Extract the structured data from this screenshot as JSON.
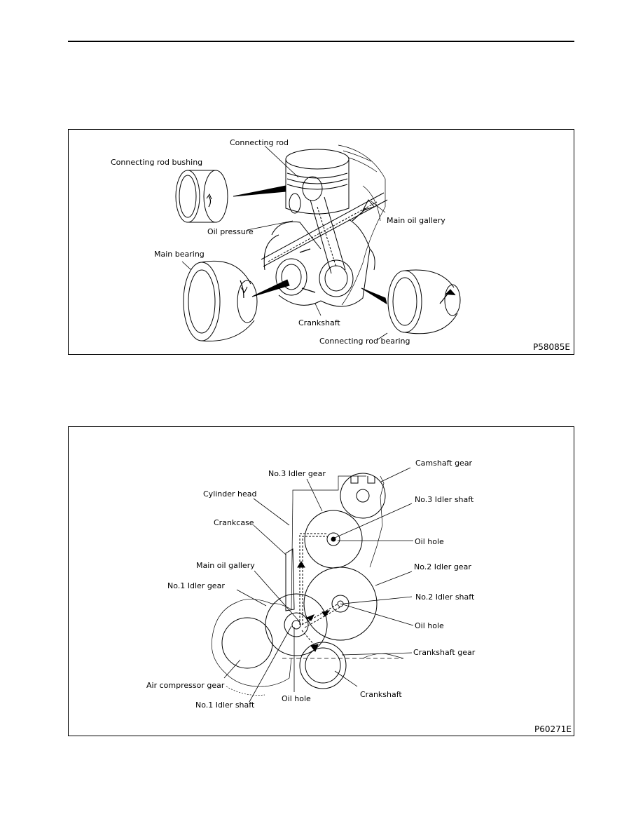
{
  "figure1": {
    "code": "P58085E",
    "labels": {
      "connecting_rod": "Connecting rod",
      "connecting_rod_bushing": "Connecting rod bushing",
      "oil_pressure": "Oil pressure",
      "main_oil_gallery": "Main oil gallery",
      "main_bearing": "Main bearing",
      "crankshaft": "Crankshaft",
      "connecting_rod_bearing": "Connecting rod bearing"
    }
  },
  "figure2": {
    "code": "P60271E",
    "labels": {
      "camshaft_gear": "Camshaft gear",
      "no3_idler_gear": "No.3 Idler gear",
      "cylinder_head": "Cylinder head",
      "no3_idler_shaft": "No.3 Idler shaft",
      "crankcase": "Crankcase",
      "oil_hole_top": "Oil hole",
      "main_oil_gallery": "Main oil gallery",
      "no2_idler_gear": "No.2 Idler gear",
      "no1_idler_gear": "No.1 Idler gear",
      "no2_idler_shaft": "No.2 Idler shaft",
      "oil_hole_mid": "Oil hole",
      "crankshaft_gear": "Crankshaft gear",
      "air_compressor_gear": "Air compressor gear",
      "crankshaft": "Crankshaft",
      "oil_hole_bottom": "Oil hole",
      "no1_idler_shaft": "No.1 Idler shaft"
    }
  }
}
